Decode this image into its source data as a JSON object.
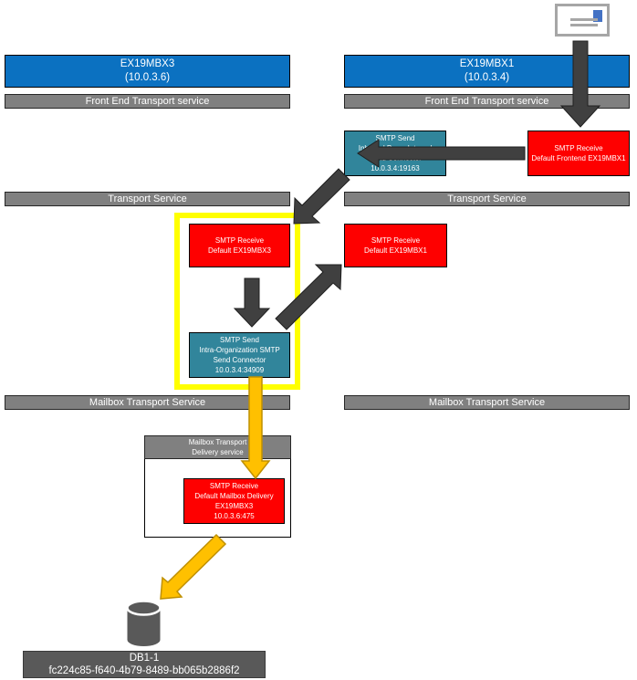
{
  "colors": {
    "server_blue": "#0B71C1",
    "service_bar_gray": "#808080",
    "connector_red": "#FE0000",
    "connector_teal": "#31859B",
    "highlight_yellow": "#FFFF00",
    "arrow_dark": "#404040",
    "arrow_orange": "#FFC000",
    "arrow_orange_border": "#BF9000",
    "database_gray": "#595959"
  },
  "servers": {
    "left": {
      "title": "EX19MBX3",
      "ip": "(10.0.3.6)"
    },
    "right": {
      "title": "EX19MBX1",
      "ip": "(10.0.3.4)"
    }
  },
  "service_bars": {
    "front_end_left": "Front End Transport service",
    "front_end_right": "Front End Transport service",
    "transport_left": "Transport Service",
    "transport_right": "Transport Service",
    "mailbox_left": "Mailbox Transport Service",
    "mailbox_right": "Mailbox Transport Service"
  },
  "connectors": {
    "inbound_proxy_send": {
      "l1": "SMTP Send",
      "l2": "Inbound Proxy Internal",
      "l3": "Send Connector",
      "l4": "10.0.3.4:19163"
    },
    "frontend_receive": {
      "l1": "SMTP Receive",
      "l2": "Default Frontend EX19MBX1"
    },
    "default_receive_mbx3": {
      "l1": "SMTP Receive",
      "l2": "Default EX19MBX3"
    },
    "default_receive_mbx1": {
      "l1": "SMTP Receive",
      "l2": "Default EX19MBX1"
    },
    "intra_org_send": {
      "l1": "SMTP Send",
      "l2": "Intra-Organization SMTP",
      "l3": "Send Connector",
      "l4": "10.0.3.4:34909"
    },
    "mailbox_delivery_receive": {
      "l1": "SMTP Receive",
      "l2": "Default Mailbox Delivery",
      "l3": "EX19MBX3",
      "l4": "10.0.3.6:475"
    }
  },
  "delivery_box": {
    "header_l1": "Mailbox Transport",
    "header_l2": "Delivery service"
  },
  "database": {
    "name": "DB1-1",
    "guid": "fc224c85-f640-4b79-8489-bb065b2886f2"
  }
}
